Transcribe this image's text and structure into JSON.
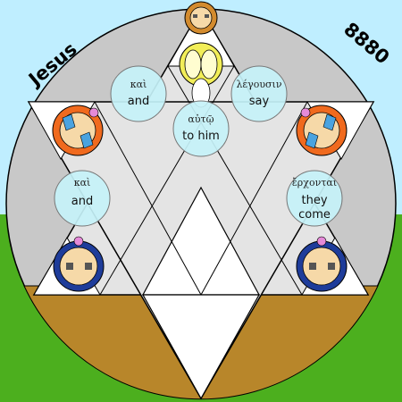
{
  "corner_left": "Jesus",
  "corner_right": "8880",
  "colors": {
    "sky": "#bfeeff",
    "grass": "#4caf1e",
    "gray_disc": "#c8c8c8",
    "earth": "#b8862a",
    "word_circle": "#c6f2f8",
    "outline": "#000000"
  },
  "words": [
    {
      "id": "w1",
      "greek": "καὶ",
      "english_lines": [
        "and"
      ]
    },
    {
      "id": "w2",
      "greek": "λέγουσιν",
      "english_lines": [
        "say"
      ]
    },
    {
      "id": "w3",
      "greek": "αὐτῷ",
      "english_lines": [
        "to him"
      ]
    },
    {
      "id": "w4",
      "greek": "καὶ",
      "english_lines": [
        "and"
      ]
    },
    {
      "id": "w5",
      "greek": "ἔρχονται",
      "english_lines": [
        "they",
        "come"
      ]
    }
  ],
  "figures": [
    {
      "id": "f-top",
      "icon": "figure-face-top",
      "band": "#d38b2e"
    },
    {
      "id": "f-top-cherub",
      "icon": "cherub-top",
      "band": "#f2ee58"
    },
    {
      "id": "f-left-upper",
      "icon": "cherub-orange-left",
      "band": "#f06a1e"
    },
    {
      "id": "f-right-upper",
      "icon": "cherub-orange-right",
      "band": "#f06a1e"
    },
    {
      "id": "f-left-lower",
      "icon": "cherub-blue-left",
      "band": "#1e3c9a"
    },
    {
      "id": "f-right-lower",
      "icon": "cherub-blue-right",
      "band": "#1e3c9a"
    }
  ]
}
